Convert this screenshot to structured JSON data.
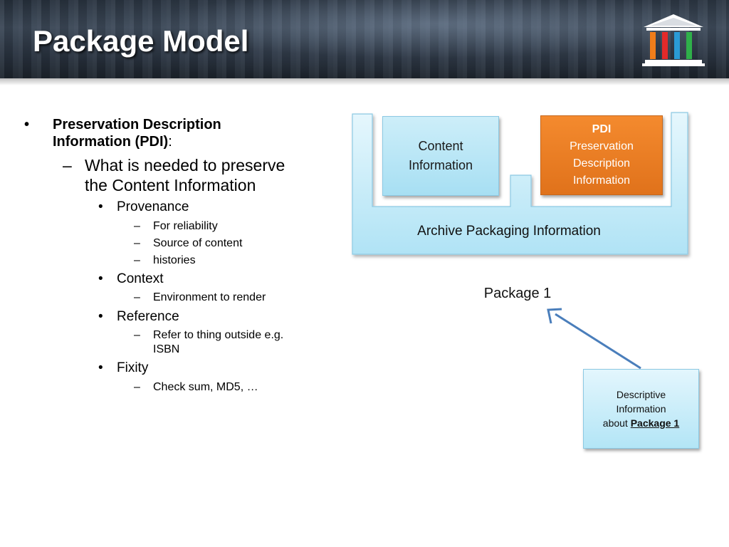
{
  "slide": {
    "title": "Package Model"
  },
  "outline": {
    "heading": "Preservation Description Information (PDI)",
    "heading_line1": "Preservation Description",
    "heading_line2": "Information (PDI)",
    "heading_suffix": ":",
    "sub": "What is needed to preserve the Content Information",
    "sub_line1": "What is needed to preserve",
    "sub_line2": "the Content Information",
    "bullets": [
      {
        "label": "Provenance",
        "items": [
          "For reliability",
          "Source of content",
          "histories"
        ]
      },
      {
        "label": "Context",
        "items": [
          "Environment to render"
        ]
      },
      {
        "label": "Reference",
        "items": [
          "Refer to thing outside e.g. ISBN"
        ],
        "items_lines": [
          "Refer to thing outside e.g.",
          "ISBN"
        ]
      },
      {
        "label": "Fixity",
        "items": [
          "Check sum, MD5, …"
        ]
      }
    ]
  },
  "diagram": {
    "content_line1": "Content",
    "content_line2": "Information",
    "pdi_title": "PDI",
    "pdi_line1": "Preservation",
    "pdi_line2": "Description",
    "pdi_line3": "Information",
    "archive_label": "Archive Packaging Information",
    "package_label": "Package 1",
    "desc_line1": "Descriptive",
    "desc_line2": "Information",
    "desc_about": "about ",
    "desc_link": "Package 1"
  },
  "colors": {
    "accent_orange": "#e57a22",
    "box_blue": "#b3e5f6",
    "arrow_blue": "#4a7ebb"
  },
  "icons": {
    "logo": "library-columns-icon",
    "bullet": "bullet-dot",
    "dash": "en-dash"
  }
}
